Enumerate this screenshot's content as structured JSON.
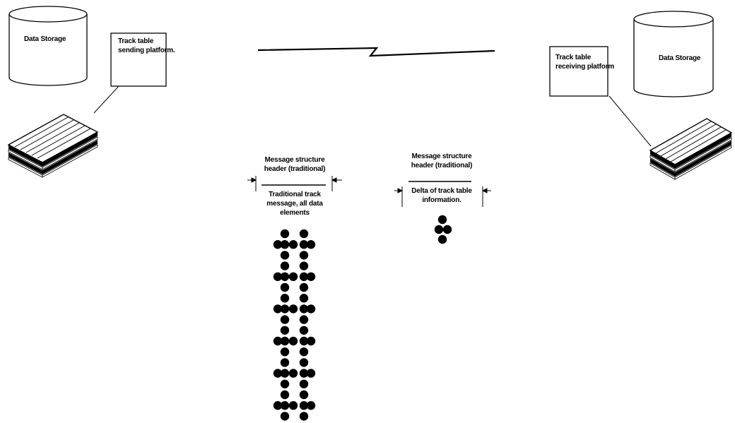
{
  "sender": {
    "storage_label": "Data Storage",
    "platform_label_line1": "Track table",
    "platform_label_line2": "sending platform."
  },
  "receiver": {
    "storage_label": "Data Storage",
    "platform_label_line1": "Track table",
    "platform_label_line2": "receiving platform"
  },
  "traditional": {
    "header_line1": "Message structure",
    "header_line2": "header (traditional)",
    "body_line1": "Traditional track",
    "body_line2": "message, all data",
    "body_line3": "elements",
    "element_rows": 18
  },
  "delta": {
    "header_line1": "Message structure",
    "header_line2": "header (traditional)",
    "body_line1": "Delta of track table",
    "body_line2": "information."
  }
}
